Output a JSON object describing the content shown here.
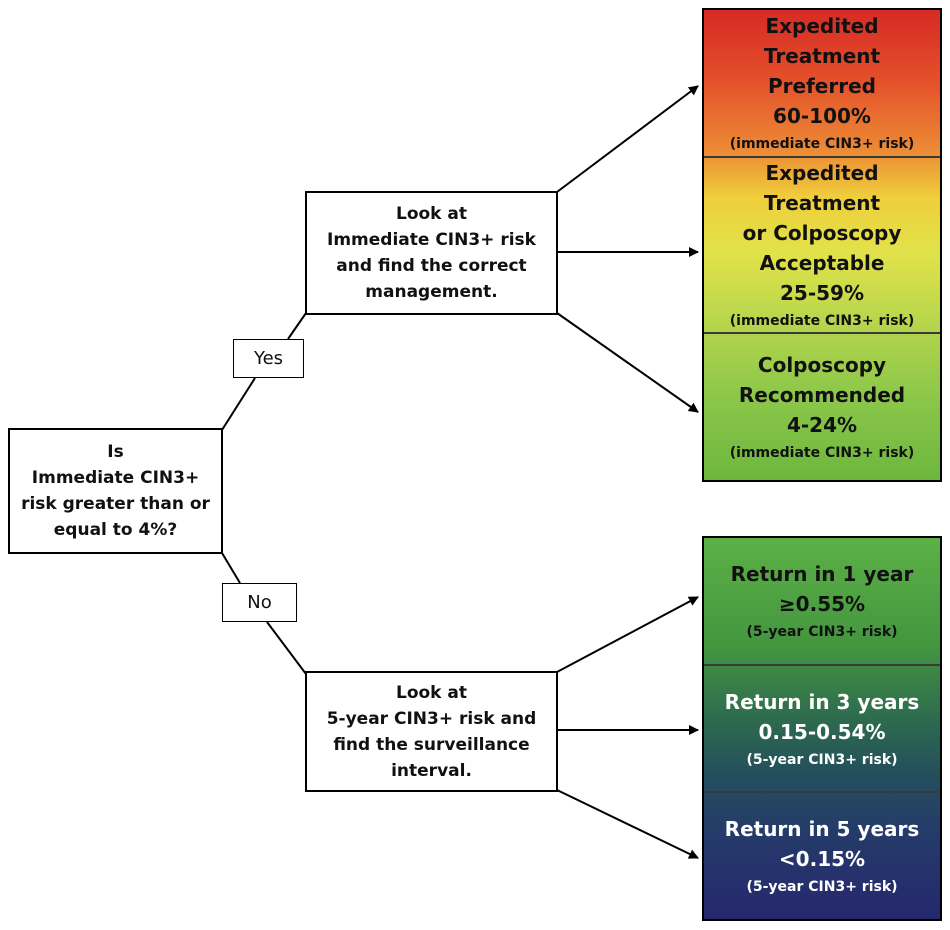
{
  "decision": {
    "lines": [
      "Is",
      "Immediate CIN3+",
      "risk greater than or",
      "equal to 4%?"
    ]
  },
  "branch_labels": {
    "yes": "Yes",
    "no": "No"
  },
  "action_top": {
    "lines": [
      "Look at",
      "Immediate CIN3+ risk",
      "and find the correct",
      "management."
    ]
  },
  "action_bottom": {
    "lines": [
      "Look at",
      "5-year CIN3+ risk and",
      "find the surveillance",
      "interval."
    ]
  },
  "outcomes_top": [
    {
      "head": [
        "Expedited Treatment",
        "Preferred",
        "60-100%"
      ],
      "sub": "(immediate CIN3+ risk)"
    },
    {
      "head": [
        "Expedited Treatment",
        "or Colposcopy",
        "Acceptable",
        "25-59%"
      ],
      "sub": "(immediate CIN3+ risk)"
    },
    {
      "head": [
        "Colposcopy",
        "Recommended",
        "4-24%"
      ],
      "sub": "(immediate CIN3+ risk)"
    }
  ],
  "outcomes_bottom": [
    {
      "head": [
        "Return in 1 year",
        "≥0.55%"
      ],
      "sub": "(5-year CIN3+ risk)"
    },
    {
      "head": [
        "Return in 3 years",
        "0.15-0.54%"
      ],
      "sub": "(5-year CIN3+ risk)"
    },
    {
      "head": [
        "Return in 5 years",
        "<0.15%"
      ],
      "sub": "(5-year CIN3+ risk)"
    }
  ],
  "colors": {
    "line": "#000000",
    "red": "#d62a25",
    "yellow": "#efcf3b",
    "green": "#6db73e",
    "teal": "#2d6a4f",
    "navy": "#25286e"
  }
}
